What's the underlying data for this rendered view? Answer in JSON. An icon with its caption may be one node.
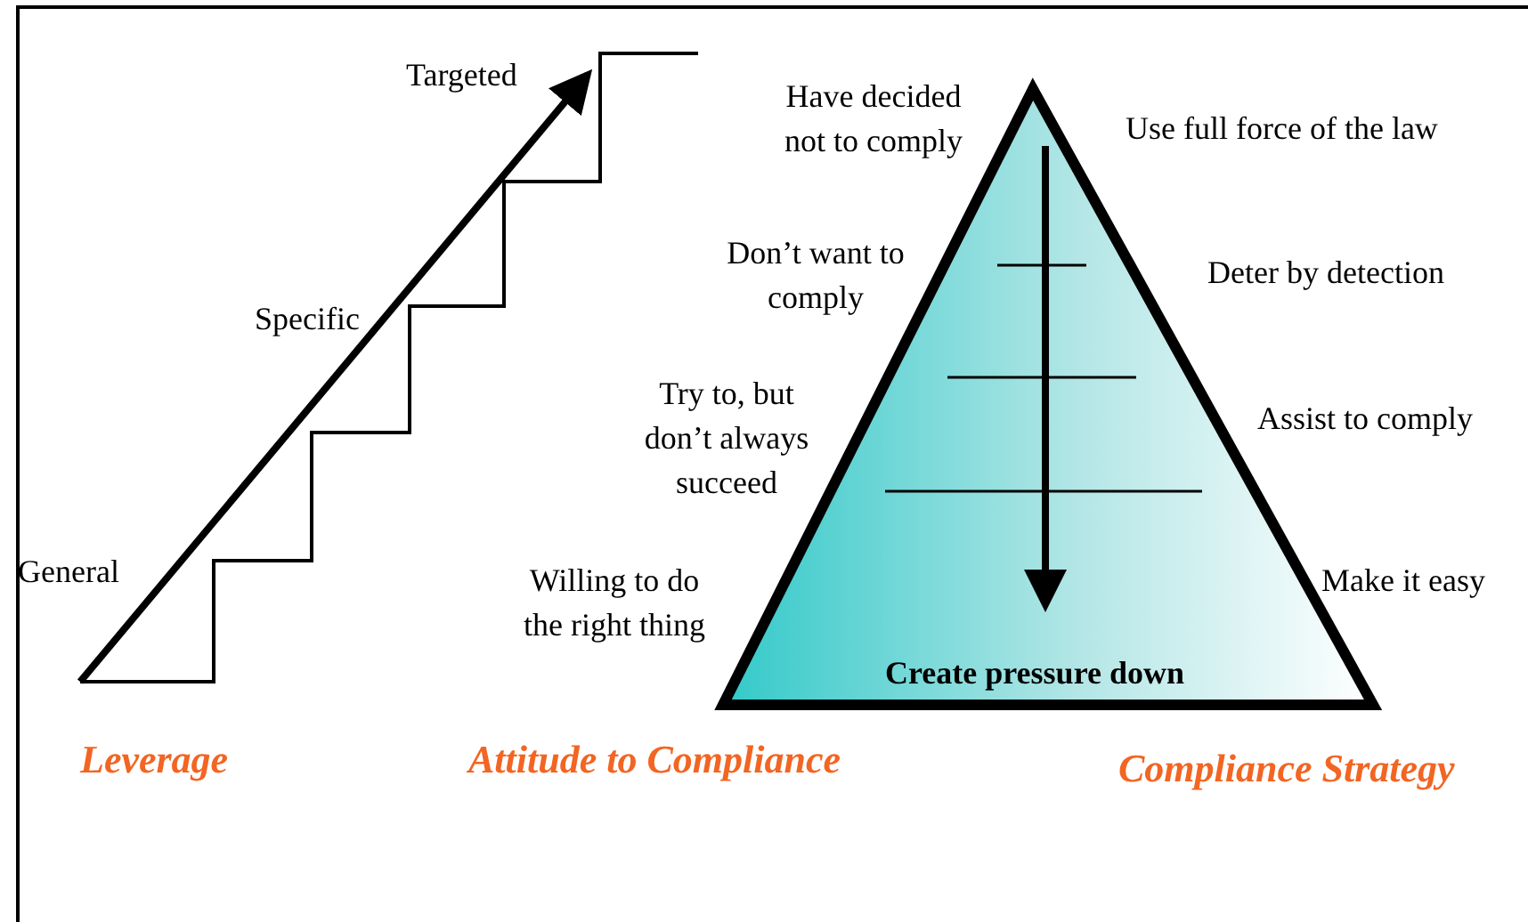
{
  "diagram": {
    "labels": [
      "Targeted",
      "Have decided not to comply",
      "Use full force of the law",
      "Don’t want to comply",
      "Deter by detection",
      "Specific",
      "Try to, but don’t always succeed",
      "Assist to comply",
      "General",
      "Willing to do the right thing",
      "Make it easy",
      "Create pressure down",
      "Leverage",
      "Attitude to Compliance",
      "Compliance Strategy"
    ]
  }
}
